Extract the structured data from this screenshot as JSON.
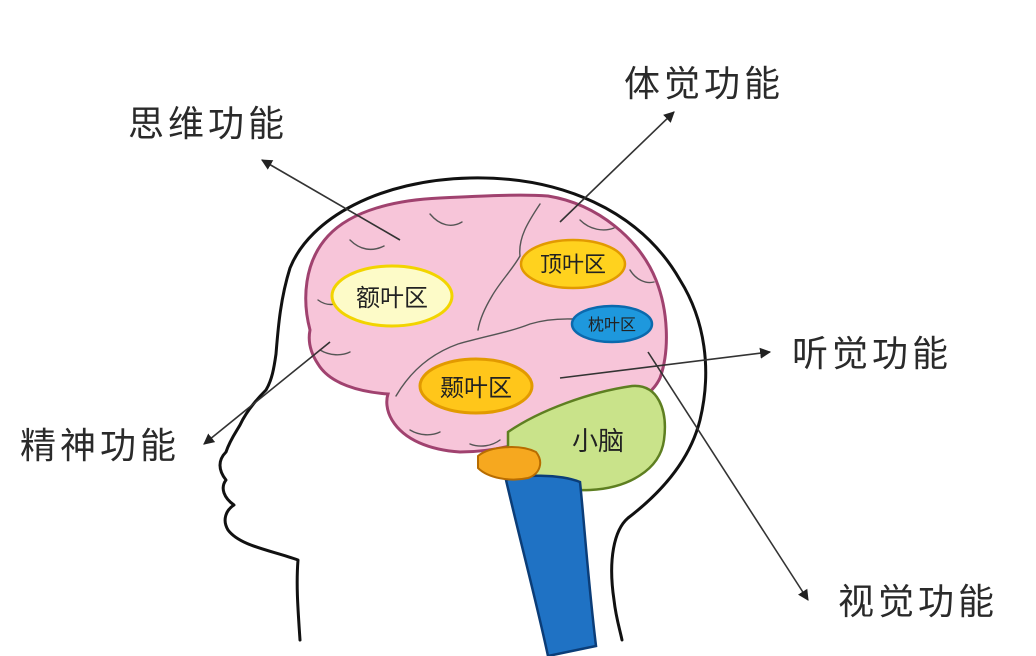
{
  "functions": {
    "thinking": "思维功能",
    "sensory": "体觉功能",
    "auditory": "听觉功能",
    "mental": "精神功能",
    "visual": "视觉功能"
  },
  "regions": {
    "frontal": "额叶区",
    "parietal": "顶叶区",
    "occipital": "枕叶区",
    "temporal": "颞叶区",
    "cerebellum": "小脑"
  },
  "colors": {
    "brain": "#f7c5d9",
    "brain_stroke": "#a0426f",
    "frontal_fill": "#fdfbc8",
    "frontal_stroke": "#f2d400",
    "parietal_fill": "#ffd21e",
    "temporal_fill": "#ffc61a",
    "lobe_stroke": "#e29a00",
    "occipital_fill": "#1e98dd",
    "occipital_stroke": "#0b69ad",
    "cerebellum_fill": "#c9e38a",
    "cerebellum_stroke": "#5e7f21",
    "pons_fill": "#f6a81f",
    "brainstem_fill": "#1f72c4",
    "brainstem_stroke": "#0b3d78",
    "outline": "#111111"
  }
}
